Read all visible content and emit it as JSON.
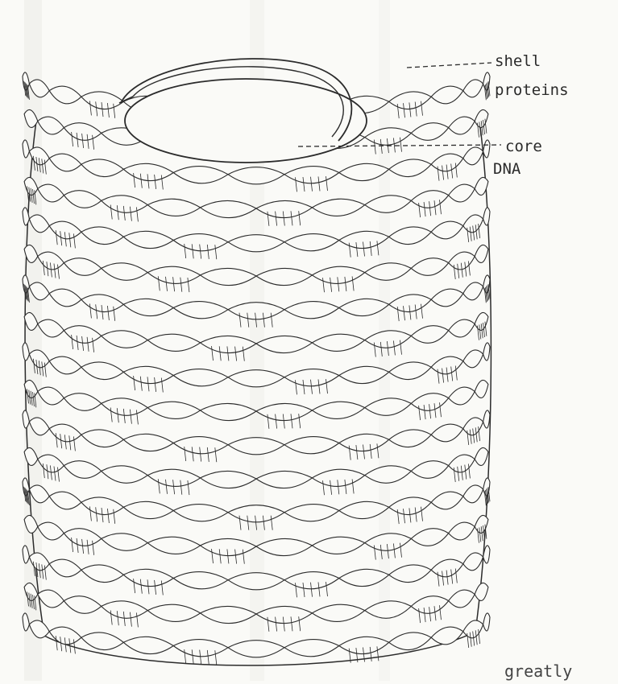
{
  "diagram": {
    "labels": {
      "shell_line1": "shell",
      "shell_line2": "proteins",
      "core_line1": "core",
      "core_line2": "DNA"
    },
    "footer_fragment": "greatly"
  },
  "colors": {
    "ink": "#2b2b2b",
    "paper": "#fafaf7",
    "shade": "#e3e3de"
  }
}
